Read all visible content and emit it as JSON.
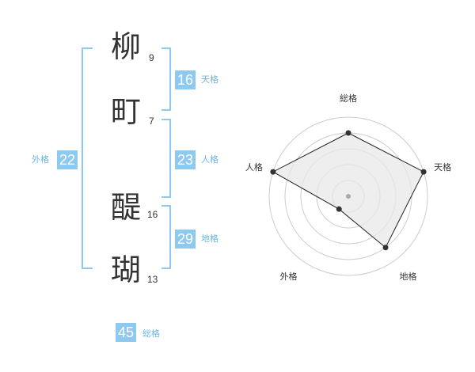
{
  "name": {
    "characters": [
      {
        "char": "柳",
        "strokes": "9"
      },
      {
        "char": "町",
        "strokes": "7"
      },
      {
        "char": "醍",
        "strokes": "16"
      },
      {
        "char": "瑚",
        "strokes": "13"
      }
    ]
  },
  "fortunes": {
    "tenkaku": {
      "value": "16",
      "label": "天格"
    },
    "jinkaku": {
      "value": "23",
      "label": "人格"
    },
    "chikaku": {
      "value": "29",
      "label": "地格"
    },
    "gaikaku": {
      "value": "22",
      "label": "外格"
    },
    "soukaku": {
      "value": "45",
      "label": "総格"
    }
  },
  "chart_data": {
    "type": "radar",
    "axes": [
      "総格",
      "天格",
      "地格",
      "外格",
      "人格"
    ],
    "levels": 5,
    "range": [
      0,
      5
    ],
    "values": [
      4,
      5,
      4,
      1,
      5
    ],
    "colors": {
      "fill": "#e8e8e8",
      "line": "#222222",
      "grid": "#cccccc",
      "point": "#333333",
      "center": "#aaaaaa"
    }
  }
}
